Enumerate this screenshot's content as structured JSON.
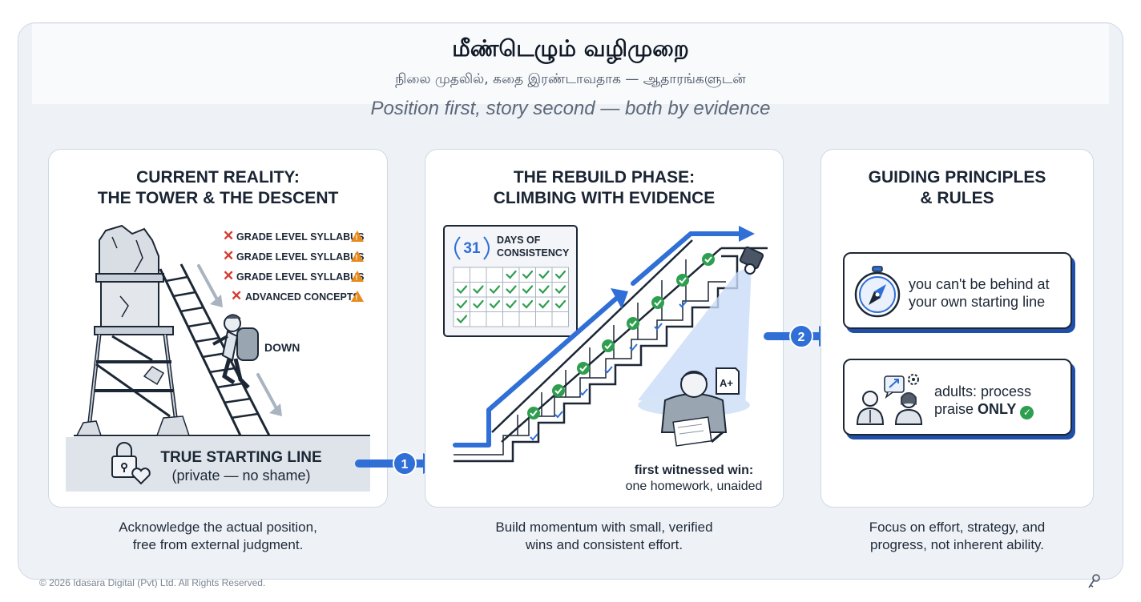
{
  "header": {
    "title": "மீண்டெழும் வழிமுறை",
    "subtitle_ta": "நிலை முதலில், கதை இரண்டாவதாக — ஆதாரங்களுடன்",
    "subtitle_en": "Position first, story second — both by evidence"
  },
  "panels": [
    {
      "title": "CURRENT REALITY:\nTHE TOWER & THE DESCENT",
      "caption": "Acknowledge the actual position,\nfree from external judgment.",
      "crossed_items": [
        "GRADE LEVEL SYLLABUS",
        "GRADE LEVEL SYLLABUS",
        "GRADE LEVEL SYLLABUS",
        "ADVANCED CONCEPTS"
      ],
      "down_label": "DOWN",
      "starting_line_title": "TRUE STARTING LINE",
      "starting_line_sub": "(private — no shame)"
    },
    {
      "title": "THE REBUILD PHASE:\nCLIMBING WITH EVIDENCE",
      "caption": "Build momentum with small, verified\nwins and consistent effort.",
      "days_number": "31",
      "days_label_1": "DAYS OF",
      "days_label_2": "CONSISTENCY",
      "grade_badge": "A+",
      "win_title": "first witnessed win:",
      "win_sub": "one homework, unaided"
    },
    {
      "title": "GUIDING PRINCIPLES\n& RULES",
      "caption": "Focus on effort, strategy, and\nprogress, not inherent ability.",
      "principle_1": "you can't be behind at\nyour own starting line",
      "principle_2_pre": "adults: process\npraise ",
      "principle_2_em": "ONLY"
    }
  ],
  "steps": [
    "1",
    "2"
  ],
  "footer": "© 2026 Idasara Digital (Pvt) Ltd. All Rights Reserved.",
  "colors": {
    "accent_blue": "#2f6fd6",
    "check_green": "#2e9e4f",
    "cross_red": "#d63a2f",
    "warning_orange": "#e8891a",
    "panel_bg": "#eef2f7"
  }
}
